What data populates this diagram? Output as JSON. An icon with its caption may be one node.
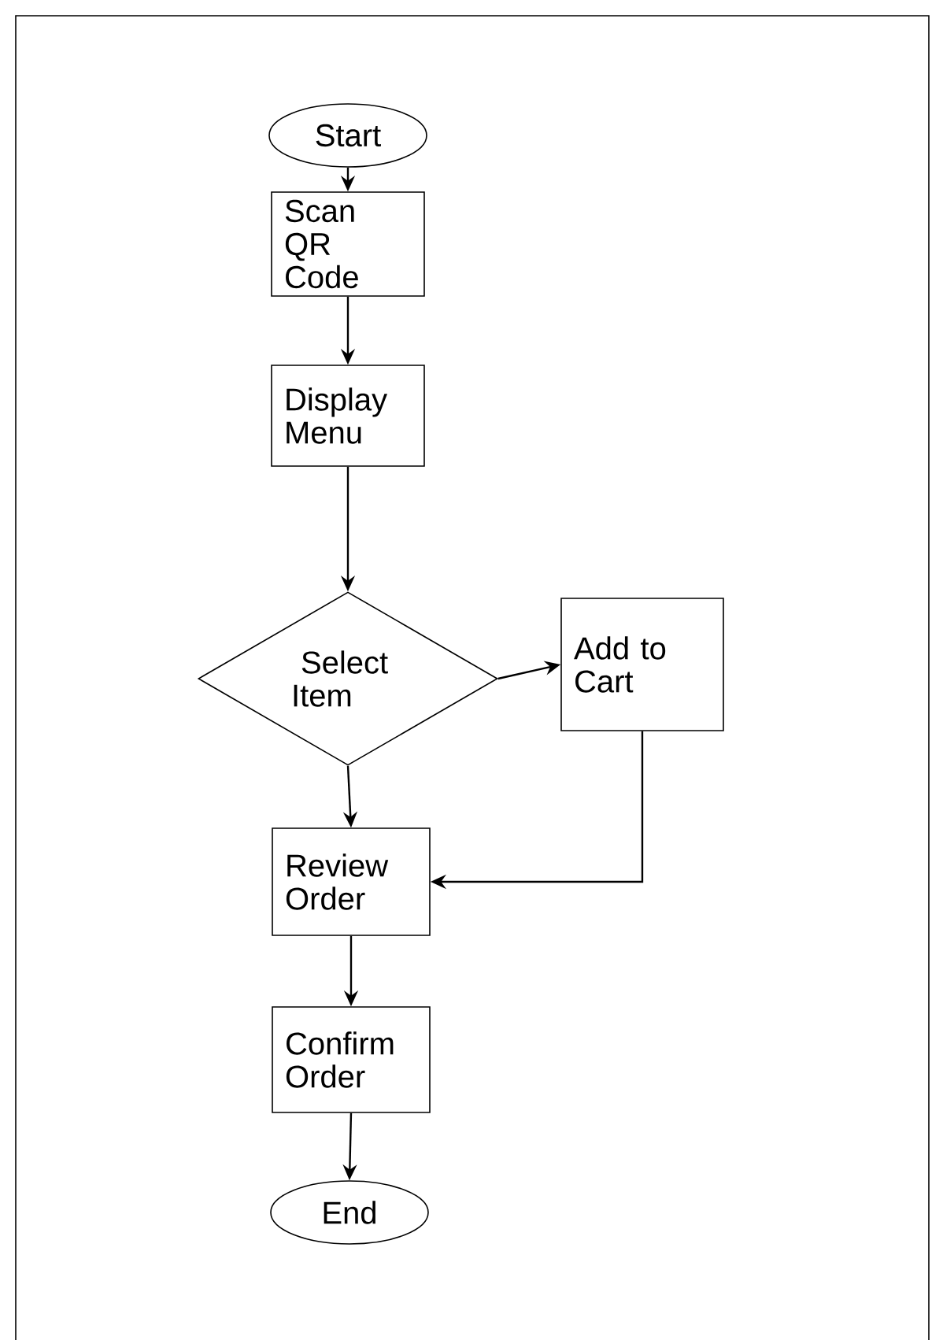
{
  "diagram": {
    "nodes": [
      {
        "text": [
          "Start"
        ]
      },
      {
        "text": [
          "Scan QR Code"
        ]
      },
      {
        "text": [
          "Display Menu"
        ]
      },
      {
        "text": [
          "Select Item"
        ]
      },
      {
        "text": [
          "Add to Cart"
        ]
      },
      {
        "text": [
          "Review Order"
        ]
      },
      {
        "text": [
          "Confirm Order"
        ]
      },
      {
        "text": [
          "End"
        ]
      }
    ],
    "edges": [
      {
        "from": 0,
        "to": 1,
        "arrow": "to"
      },
      {
        "from": 1,
        "to": 2,
        "arrow": "to"
      },
      {
        "from": 2,
        "to": 3,
        "arrow": "to"
      },
      {
        "from": 3,
        "to": 4,
        "arrow": "to"
      },
      {
        "from": 3,
        "to": 5,
        "arrow": "to"
      },
      {
        "from": 4,
        "to": 5,
        "arrow": "to"
      },
      {
        "from": 5,
        "to": 6,
        "arrow": "to"
      },
      {
        "from": 6,
        "to": 7,
        "arrow": "to"
      }
    ]
  }
}
